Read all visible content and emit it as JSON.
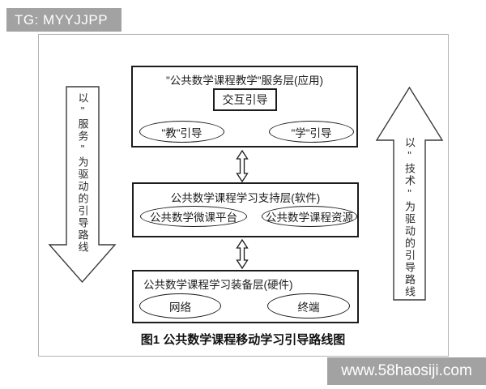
{
  "watermarks": {
    "top_left": "TG: MYYJJPP",
    "bottom_right": "www.58haosiji.com"
  },
  "diagram": {
    "caption": "图1  公共数学课程移动学习引导路线图",
    "layers": [
      {
        "title": "\"公共数学课程教学\"服务层(应用)",
        "nodes": {
          "center_box": "交互引导",
          "left_ellipse": "\"教\"引导",
          "right_ellipse": "\"学\"引导"
        }
      },
      {
        "title": "公共数学课程学习支持层(软件)",
        "nodes": {
          "left_ellipse": "公共数学微课平台",
          "right_ellipse": "公共数学课程资源"
        }
      },
      {
        "title": "公共数学课程学习装备层(硬件)",
        "nodes": {
          "left_ellipse": "网络",
          "right_ellipse": "终端"
        }
      }
    ],
    "side_arrows": {
      "left": {
        "text": "以\"服务\"为驱动的引导路线",
        "direction": "down"
      },
      "right": {
        "text": "以\"技术\"为驱动的引导路线",
        "direction": "up"
      }
    }
  },
  "colors": {
    "background": "#ffffff",
    "diagram_stroke": "#1c1c1c",
    "frame_border": "#b5b5b5",
    "watermark_bg": "#a2a2a2",
    "watermark_text": "#ffffff"
  }
}
